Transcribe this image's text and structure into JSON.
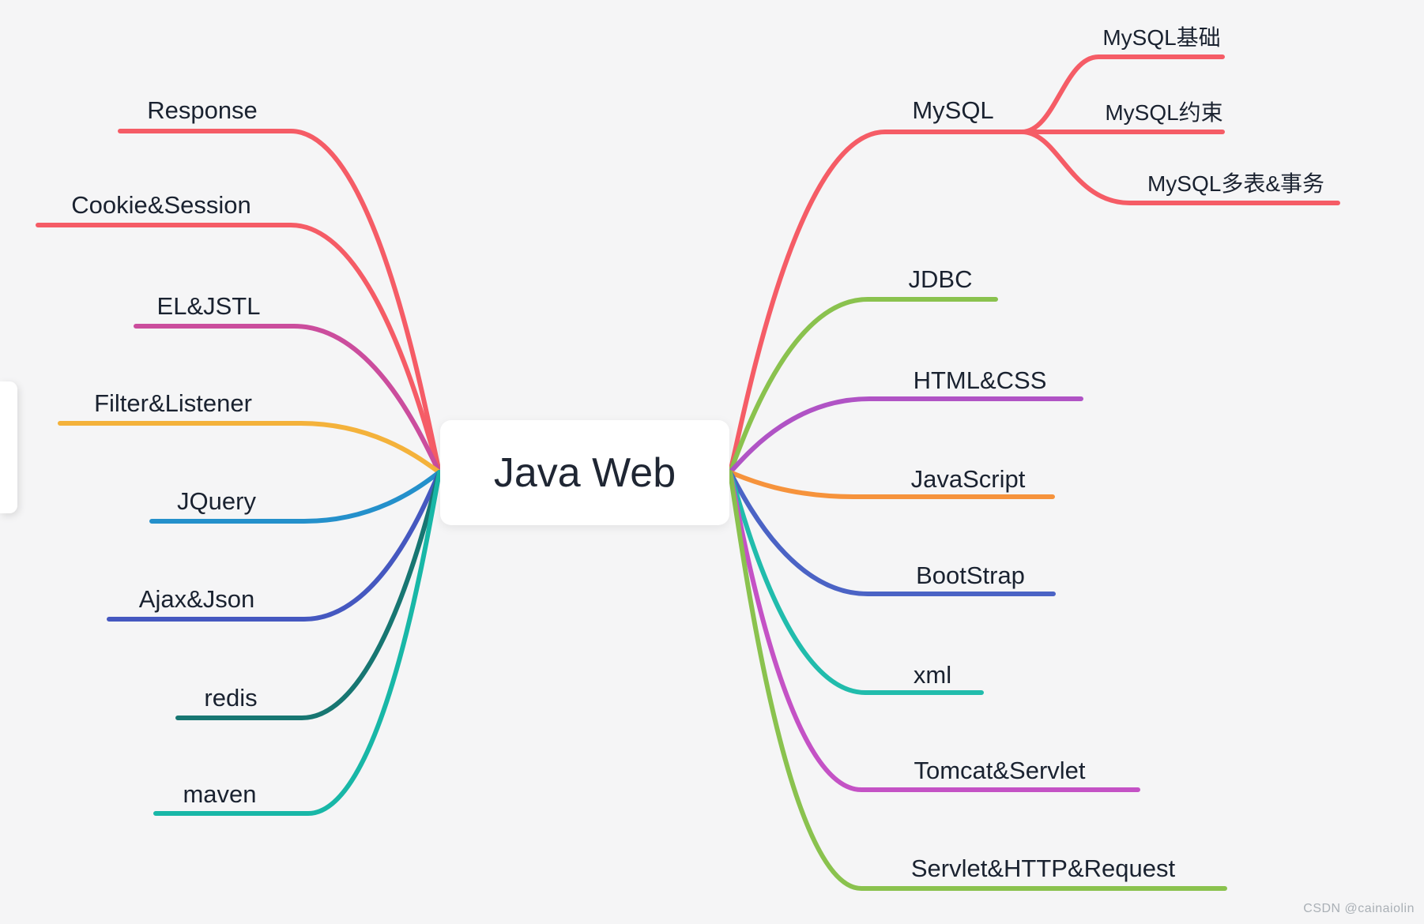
{
  "title": "Java Web",
  "watermark": "CSDN @cainaiolin",
  "background_color": "#f5f5f6",
  "text_color": "#1a2230",
  "left_branches": [
    {
      "label": "Response",
      "color": "#f55c66"
    },
    {
      "label": "Cookie&Session",
      "color": "#f55c66"
    },
    {
      "label": "EL&JSTL",
      "color": "#cb4d9d"
    },
    {
      "label": "Filter&Listener",
      "color": "#f4b23b"
    },
    {
      "label": "JQuery",
      "color": "#2490cb"
    },
    {
      "label": "Ajax&Json",
      "color": "#4558c0"
    },
    {
      "label": "redis",
      "color": "#177672"
    },
    {
      "label": "maven",
      "color": "#18b7a7"
    }
  ],
  "right_branches": [
    {
      "label": "MySQL",
      "color": "#f55c66",
      "children": [
        {
          "label": "MySQL基础"
        },
        {
          "label": "MySQL约束"
        },
        {
          "label": "MySQL多表&事务"
        }
      ]
    },
    {
      "label": "JDBC",
      "color": "#8ac24e"
    },
    {
      "label": "HTML&CSS",
      "color": "#b053c5"
    },
    {
      "label": "JavaScript",
      "color": "#f6933c"
    },
    {
      "label": "BootStrap",
      "color": "#4b63c5"
    },
    {
      "label": "xml",
      "color": "#21bcac"
    },
    {
      "label": "Tomcat&Servlet",
      "color": "#c452c5"
    },
    {
      "label": "Servlet&HTTP&Request",
      "color": "#8ac24e"
    }
  ]
}
